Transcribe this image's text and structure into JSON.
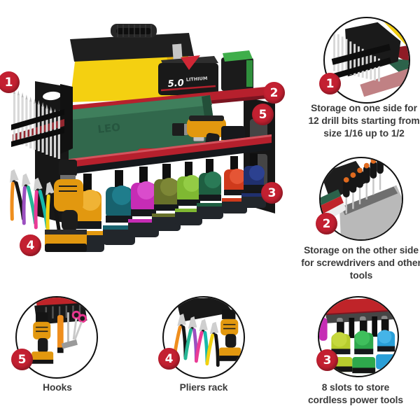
{
  "palette": {
    "badge_red": "#c32031",
    "shelf_red": "#b6202d",
    "panel_black": "#171717",
    "text_ink": "#3b3b3b"
  },
  "main_photo": {
    "badges": [
      {
        "label": "1"
      },
      {
        "label": "2"
      },
      {
        "label": "5"
      },
      {
        "label": "3"
      },
      {
        "label": "4"
      }
    ],
    "battery_label": {
      "capacity": "5.0",
      "chem": "LITHIUM"
    },
    "case_label": "LEO"
  },
  "callouts": {
    "drill_bits": {
      "number": "1",
      "lines": [
        "Storage on one side for",
        "12 drill bits starting from",
        "size 1/16 up to 1/2"
      ]
    },
    "screwdrivers": {
      "number": "2",
      "lines": [
        "Storage on the other side",
        "for screwdrivers and other",
        "tools"
      ]
    },
    "hooks": {
      "number": "5",
      "lines": [
        "Hooks"
      ]
    },
    "pliers": {
      "number": "4",
      "lines": [
        "Pliers rack"
      ]
    },
    "slots": {
      "number": "3",
      "lines": [
        "8 slots to store",
        "cordless power tools"
      ]
    }
  }
}
